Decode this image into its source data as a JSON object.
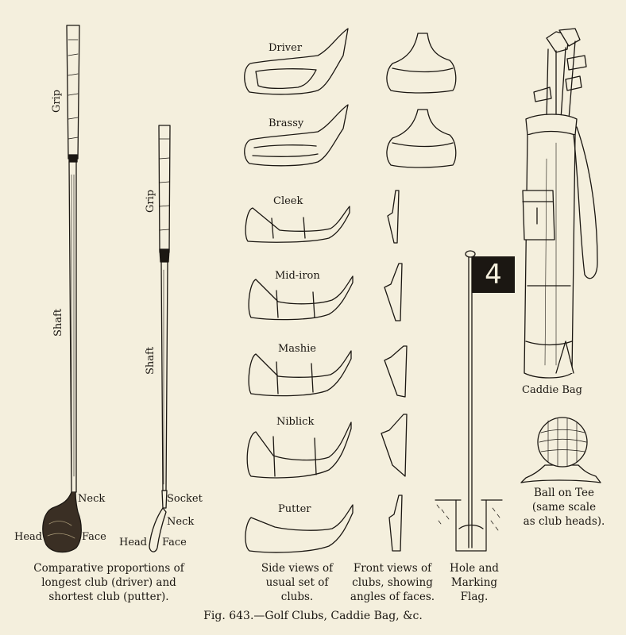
{
  "figure_caption": "Fig. 643.—Golf Clubs, Caddie Bag, &c.",
  "club_labels": {
    "driver_grip": "Grip",
    "driver_shaft": "Shaft",
    "driver_neck": "Neck",
    "driver_head": "Head",
    "driver_face": "Face",
    "putter_grip": "Grip",
    "putter_shaft": "Shaft",
    "putter_socket": "Socket",
    "putter_neck": "Neck",
    "putter_head": "Head",
    "putter_face": "Face"
  },
  "club_set": [
    "Driver",
    "Brassy",
    "Cleek",
    "Mid-iron",
    "Mashie",
    "Niblick",
    "Putter"
  ],
  "flag_number": "4",
  "captions": {
    "proportions": [
      "Comparative proportions of",
      "longest club (driver) and",
      "shortest club (putter)."
    ],
    "side_views": [
      "Side views of",
      "usual set of",
      "clubs."
    ],
    "front_views": [
      "Front views of",
      "clubs, showing",
      "angles of faces."
    ],
    "hole": [
      "Hole and",
      "Marking",
      "Flag."
    ],
    "caddie_bag": "Caddie Bag",
    "ball": [
      "Ball on Tee",
      "(same scale",
      "as club heads)."
    ]
  }
}
